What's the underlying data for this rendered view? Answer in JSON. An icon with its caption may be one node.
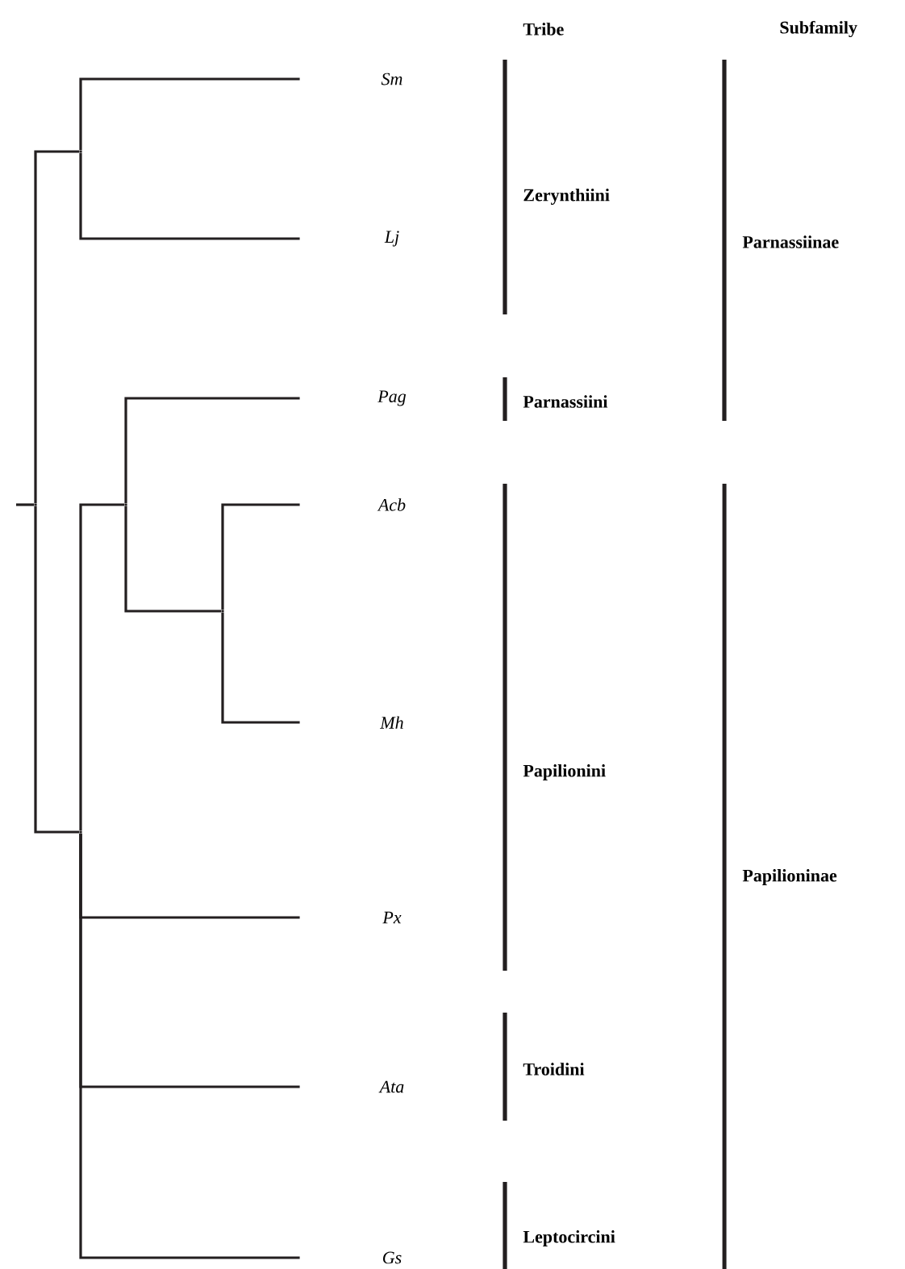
{
  "diagram": {
    "nodes": [
      {
        "text": [],
        "shape": "point"
      },
      {
        "text": [],
        "shape": "point"
      },
      {
        "text": [
          "Sm"
        ]
      },
      {
        "text": [
          "Lj"
        ]
      },
      {
        "text": [],
        "shape": "point"
      },
      {
        "text": [],
        "shape": "point"
      },
      {
        "text": [
          "Pag"
        ]
      },
      {
        "text": [],
        "shape": "point"
      },
      {
        "text": [
          "Acb"
        ]
      },
      {
        "text": [
          "Mh"
        ]
      },
      {
        "text": [
          "Px"
        ]
      },
      {
        "text": [
          "Ata"
        ]
      },
      {
        "text": [
          "Gs"
        ]
      }
    ],
    "edges": [
      {
        "from": null,
        "to": 0,
        "arrow": "none"
      },
      {
        "from": 0,
        "to": 1,
        "arrow": "none"
      },
      {
        "from": 1,
        "to": 2,
        "arrow": "none"
      },
      {
        "from": 1,
        "to": 3,
        "arrow": "none"
      },
      {
        "from": 0,
        "to": 4,
        "arrow": "none"
      },
      {
        "from": 4,
        "to": 5,
        "arrow": "none"
      },
      {
        "from": 5,
        "to": 6,
        "arrow": "none"
      },
      {
        "from": 5,
        "to": 7,
        "arrow": "none"
      },
      {
        "from": 7,
        "to": 8,
        "arrow": "none"
      },
      {
        "from": 7,
        "to": 9,
        "arrow": "none"
      },
      {
        "from": 4,
        "to": 10,
        "arrow": "none"
      },
      {
        "from": 4,
        "to": 11,
        "arrow": "none"
      },
      {
        "from": 4,
        "to": 12,
        "arrow": "none"
      }
    ],
    "labels": [
      "Tribe",
      "Subfamily",
      "Zerynthiini",
      "Parnassiinae",
      "Parnassiini",
      "Papilionini",
      "Papilioninae",
      "Troidini",
      "Leptocircini"
    ]
  }
}
